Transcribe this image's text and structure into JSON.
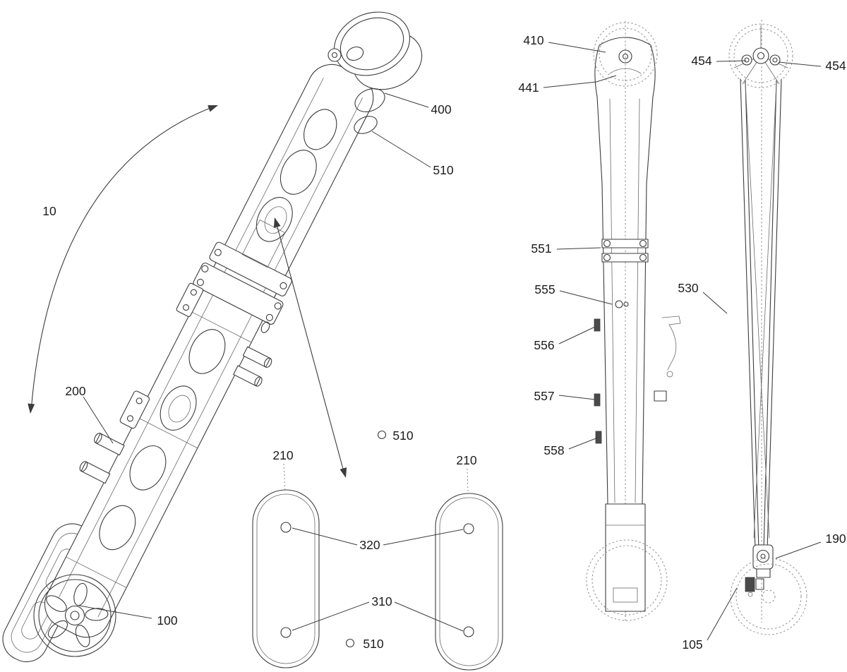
{
  "figure": {
    "type": "patent-technical-drawing",
    "colors": {
      "line": "#3c3c3c",
      "construction_line": "#8f8f8f",
      "label_text": "#1c1c1c",
      "background": "#ffffff"
    },
    "labels": {
      "n10": "10",
      "n200": "200",
      "n100": "100",
      "n400": "400",
      "n510_iso": "510",
      "n510_mid": "510",
      "n510_bottom": "510",
      "n210_left": "210",
      "n210_right": "210",
      "n320": "320",
      "n310": "310",
      "n410": "410",
      "n441": "441",
      "n551": "551",
      "n555": "555",
      "n556": "556",
      "n557": "557",
      "n558": "558",
      "n454_left": "454",
      "n454_right": "454",
      "n530": "530",
      "n190": "190",
      "n105": "105"
    }
  }
}
